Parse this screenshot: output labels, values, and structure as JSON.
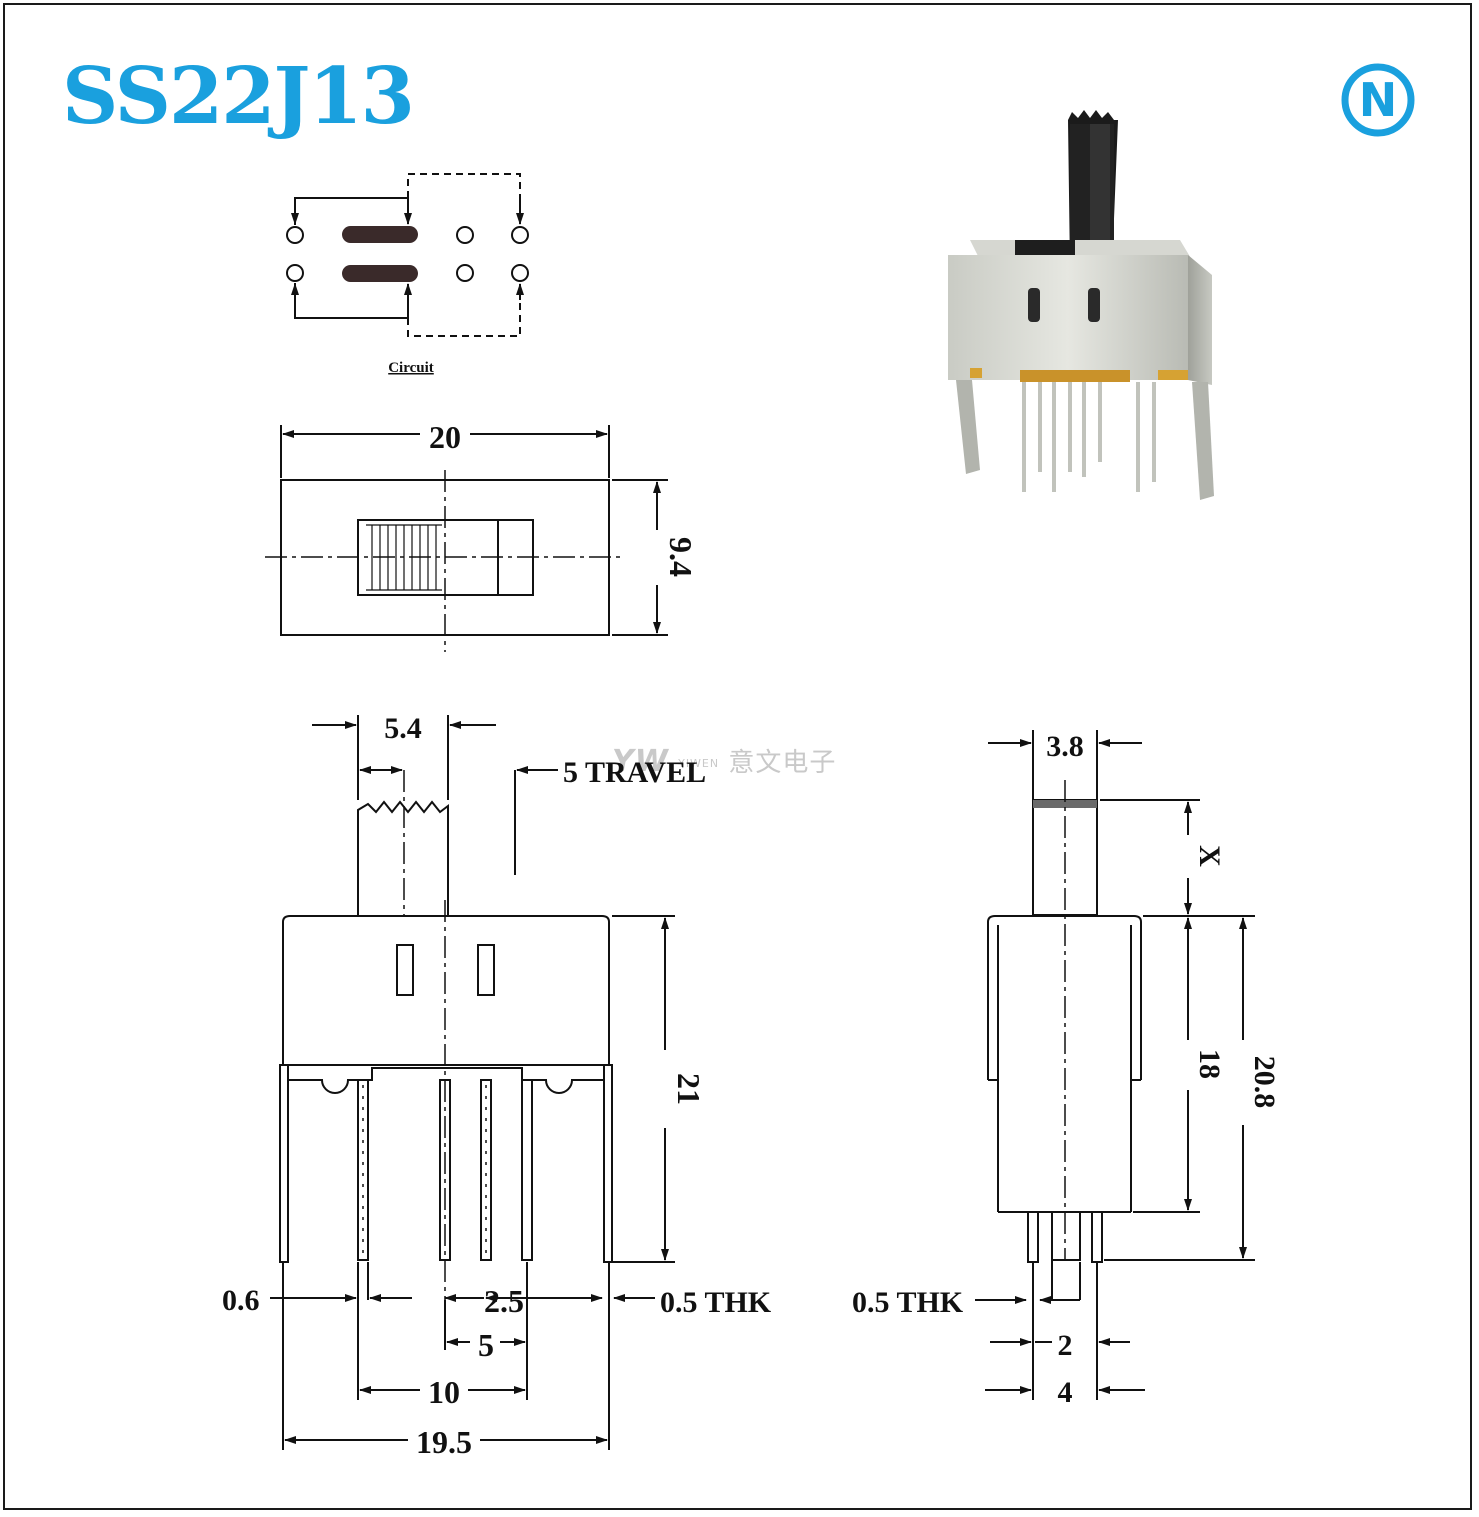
{
  "title": "SS22J13",
  "brand_badge": "N",
  "watermark": {
    "logo": "YW",
    "small": "YIWEN",
    "text": "意文电子"
  },
  "circuit": {
    "caption": "Circuit"
  },
  "top_view": {
    "width": "20",
    "height": "9.4"
  },
  "front_view": {
    "actuator_width": "5.4",
    "travel": "5 TRAVEL",
    "height": "21",
    "pin_width": "0.6",
    "pin_pitch": "2.5",
    "thickness": "0.5 THK",
    "pin_group": "5",
    "span_inner": "10",
    "span_outer": "19.5"
  },
  "side_view": {
    "actuator_width": "3.8",
    "actuator_height": "X",
    "body_height": "18",
    "total_height": "20.8",
    "thickness": "0.5 THK",
    "pin_spacing": "2",
    "pin_span": "4"
  },
  "colors": {
    "title": "#1aa0de",
    "badge": "#1aa0de",
    "line": "#111111"
  },
  "icons": {
    "badge": "n-logo-icon",
    "photo": "slide-switch-photo"
  }
}
